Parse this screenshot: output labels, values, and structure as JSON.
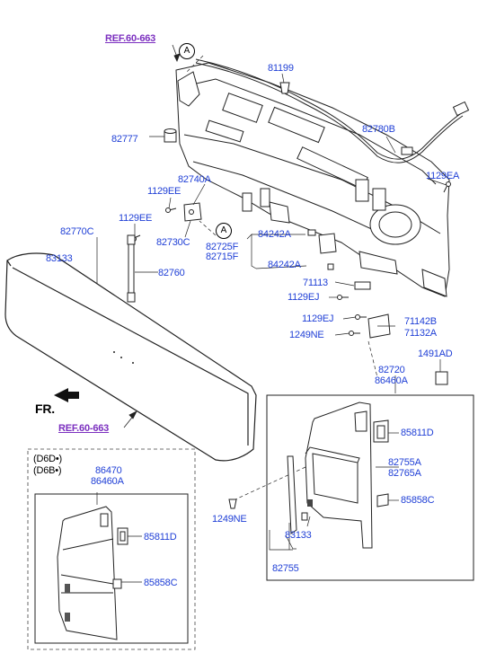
{
  "refs": {
    "ref_top": "REF.60-663",
    "ref_bottom": "REF.60-663"
  },
  "markers": {
    "a_top": "A",
    "a_mid": "A"
  },
  "front_label": "FR.",
  "parts": {
    "p81199": "81199",
    "p82780b": "82780B",
    "p82777": "82777",
    "p1129ea": "1129EA",
    "p82740a": "82740A",
    "p1129ee_1": "1129EE",
    "p1129ee_2": "1129EE",
    "p82770c": "82770C",
    "p82730c": "82730C",
    "p84242a_1": "84242A",
    "p82725f": "82725F",
    "p82715f": "82715F",
    "p84242a_2": "84242A",
    "p83133_1": "83133",
    "p82760": "82760",
    "p71113": "71113",
    "p1129ej_1": "1129EJ",
    "p1129ej_2": "1129EJ",
    "p71142b": "71142B",
    "p71132a": "71132A",
    "p1249ne_1": "1249NE",
    "p1491ad": "1491AD",
    "p82720": "82720",
    "p86460a_1": "86460A",
    "p85811d_1": "85811D",
    "p82755a": "82755A",
    "p82765a": "82765A",
    "p85858c_1": "85858C",
    "p1249ne_2": "1249NE",
    "p83133_2": "83133",
    "p82755": "82755",
    "d6d": "(D6D•)",
    "d6b": "(D6B•)",
    "p86470": "86470",
    "p86460a_2": "86460A",
    "p85811d_2": "85811D",
    "p85858c_2": "85858C"
  }
}
